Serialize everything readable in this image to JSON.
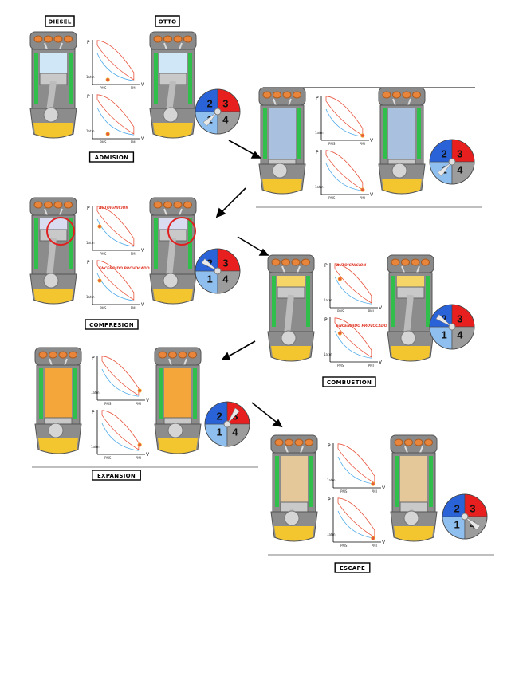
{
  "engines": {
    "diesel": "DIESEL",
    "otto": "OTTO"
  },
  "stages": [
    {
      "label": "ADMISION",
      "quadrant": 1
    },
    {
      "label": "",
      "quadrant": 1
    },
    {
      "label": "COMPRESION",
      "quadrant": 2,
      "note_top": "AUTOIGNICION",
      "note_bottom": "ENCENDIDO PROVOCADO"
    },
    {
      "label": "COMBUSTION",
      "quadrant": 2,
      "note_top": "AUTOIGNICION",
      "note_bottom": "ENCENDIDO PROVOCADO"
    },
    {
      "label": "EXPANSION",
      "quadrant": 3
    },
    {
      "label": "ESCAPE",
      "quadrant": 4
    }
  ],
  "pv_diagram": {
    "y_axis": "P",
    "x_axis": "V",
    "low_pressure": "1atm",
    "x_ticks": [
      "PMS",
      "PMI"
    ]
  },
  "cycle_wheel": {
    "quadrants": [
      {
        "number": "1",
        "color": "#8fbfef"
      },
      {
        "number": "2",
        "color": "#2a63d8"
      },
      {
        "number": "3",
        "color": "#e81f1f"
      },
      {
        "number": "4",
        "color": "#9c9c9c"
      }
    ]
  },
  "colors": {
    "curve": "#e8553f",
    "curve_low": "#4aa8e8",
    "frame": "#7a7a7a",
    "oil": "#f3c52e",
    "valve": "#e8853a",
    "water": "#2fbf4a"
  }
}
